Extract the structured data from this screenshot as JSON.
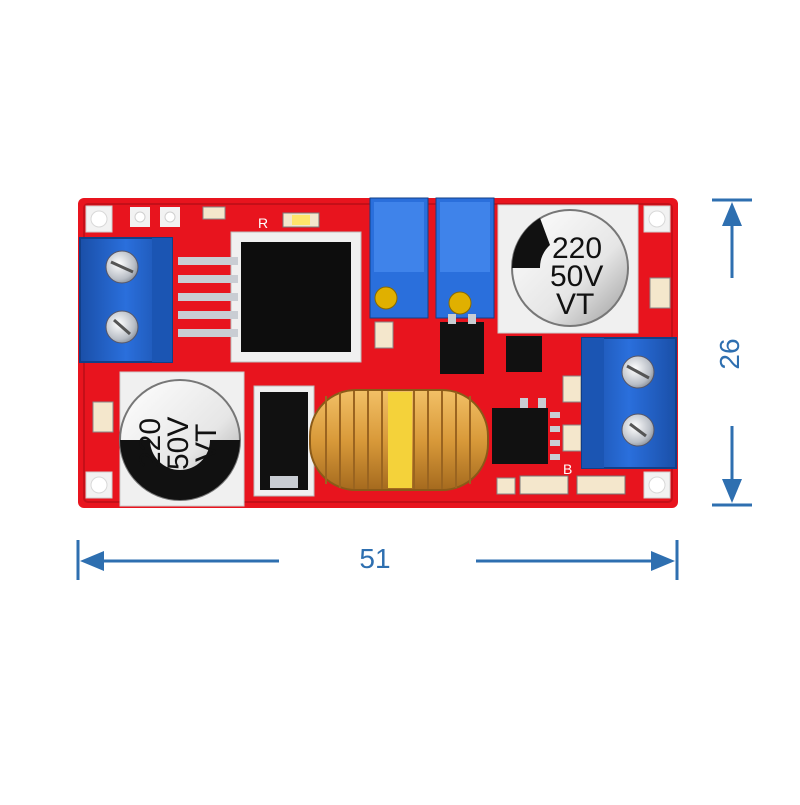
{
  "dimensions": {
    "width_label": "51",
    "height_label": "26"
  },
  "capacitor_left": {
    "line1": "220",
    "line2": "50V",
    "line3": "VT"
  },
  "capacitor_right": {
    "line1": "220",
    "line2": "50V",
    "line3": "VT"
  },
  "silkscreen": {
    "r_label": "R",
    "b_label": "B"
  },
  "colors": {
    "pcb": "#e8141e",
    "terminal": "#1f5fc4",
    "dimension": "#2e6fb0",
    "copper": "#d99a3a"
  }
}
